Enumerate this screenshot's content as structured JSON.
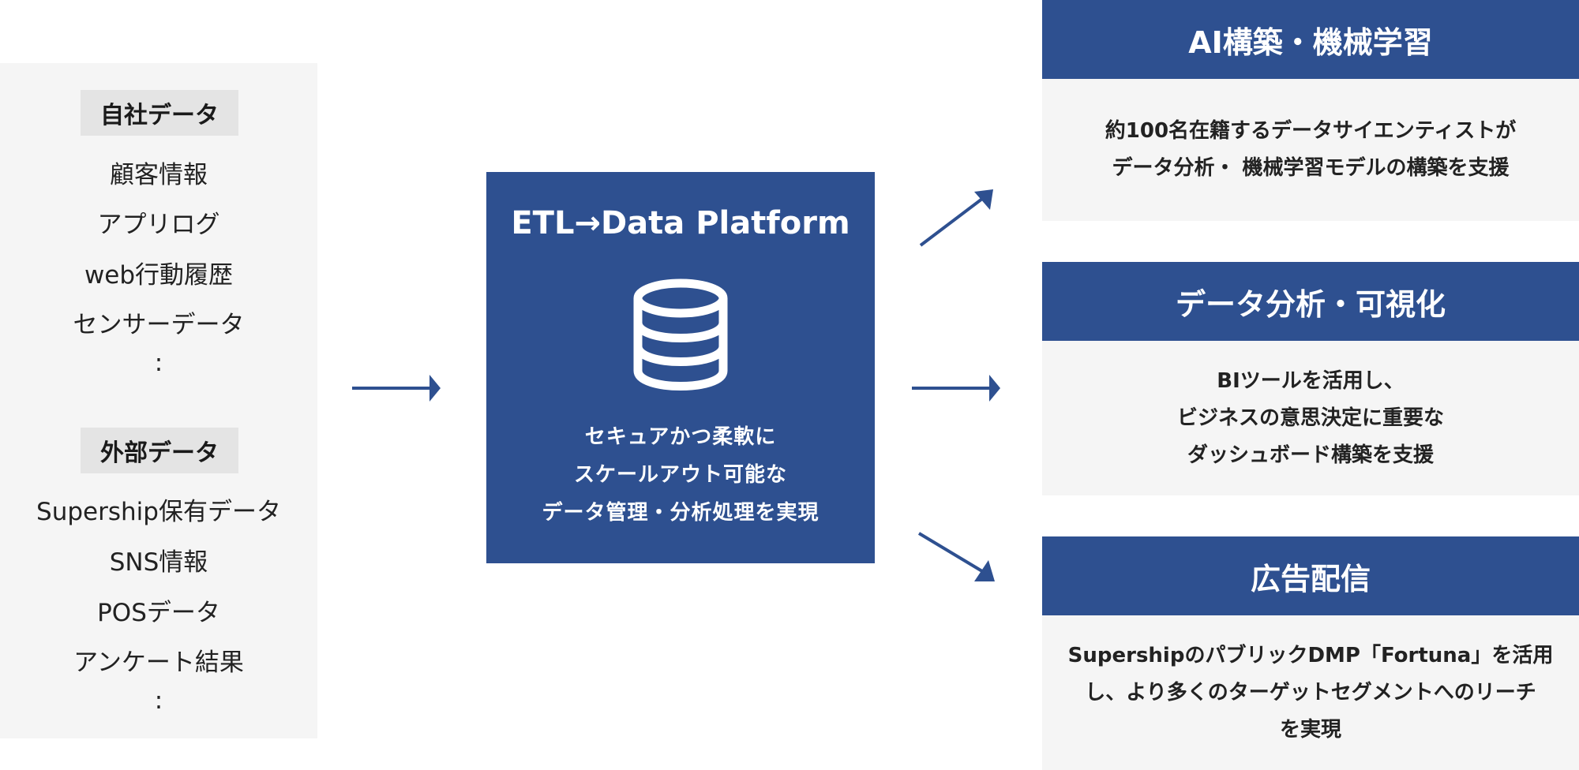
{
  "colors": {
    "primary": "#2e5090",
    "panel_bg": "#f5f5f5",
    "label_bg": "#e4e4e4"
  },
  "sources": {
    "internal": {
      "title": "自社データ",
      "items": [
        "顧客情報",
        "アプリログ",
        "web行動履歴",
        "センサーデータ",
        ":"
      ]
    },
    "external": {
      "title": "外部データ",
      "items": [
        "Supership保有データ",
        "SNS情報",
        "POSデータ",
        "アンケート結果",
        ":"
      ]
    }
  },
  "platform": {
    "title": "ETL→Data Platform",
    "icon": "database-icon",
    "description": [
      "セキュアかつ柔軟に",
      "スケールアウト可能な",
      "データ管理・分析処理を実現"
    ]
  },
  "services": [
    {
      "title": "AI構築・機械学習",
      "body": [
        "約100名在籍するデータサイエンティストが",
        "データ分析・ 機械学習モデルの構築を支援"
      ]
    },
    {
      "title": "データ分析・可視化",
      "body": [
        "BIツールを活用し、",
        "ビジネスの意思決定に重要な",
        "ダッシュボード構築を支援"
      ]
    },
    {
      "title": "広告配信",
      "body": [
        "SupershipのパブリックDMP「Fortuna」を活用",
        "し、より多くのターゲットセグメントへのリーチ",
        "を実現"
      ]
    }
  ]
}
